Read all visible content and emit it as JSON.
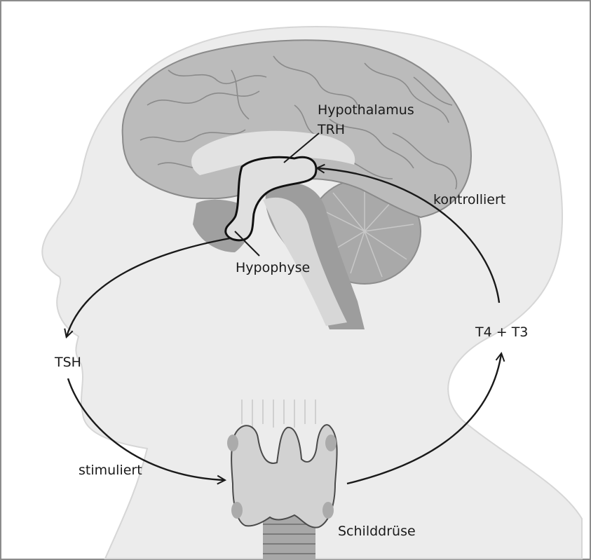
{
  "labels": {
    "hypothalamus": "Hypothalamus",
    "trh": "TRH",
    "kontrolliert": "kontrolliert",
    "hypophyse": "Hypophyse",
    "t4_t3": "T4 + T3",
    "tsh": "TSH",
    "stimuliert": "stimuliert",
    "schilddruese": "Schilddrüse"
  },
  "colors": {
    "head_silhouette": "#ececec",
    "brain": "#b9b9b9",
    "brain_dark": "#9a9a9a",
    "arrow": "#1a1a1a",
    "frame": "#8c8c8c"
  }
}
